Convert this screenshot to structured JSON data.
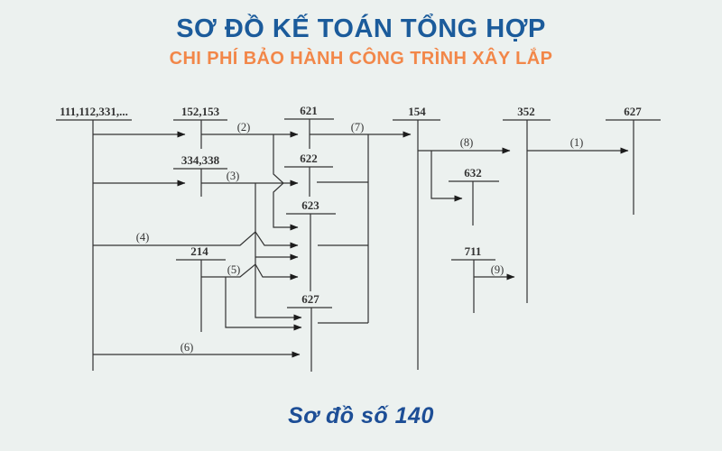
{
  "header": {
    "title": "SƠ ĐỒ KẾ TOÁN TỔNG HỢP",
    "subtitle": "CHI PHÍ BẢO HÀNH CÔNG TRÌNH XÂY LẮP"
  },
  "footer": {
    "caption": "Sơ đồ số 140"
  },
  "colors": {
    "background": "#ecf1ef",
    "title": "#1b5b9b",
    "subtitle": "#f28749",
    "caption": "#1d4e96",
    "ink": "#333333"
  },
  "accounts": [
    {
      "id": "111-112-331",
      "label": "111,112,331,..."
    },
    {
      "id": "152-153",
      "label": "152,153"
    },
    {
      "id": "334-338",
      "label": "334,338"
    },
    {
      "id": "214",
      "label": "214"
    },
    {
      "id": "621",
      "label": "621"
    },
    {
      "id": "622",
      "label": "622"
    },
    {
      "id": "623",
      "label": "623"
    },
    {
      "id": "627-middle",
      "label": "627"
    },
    {
      "id": "154",
      "label": "154"
    },
    {
      "id": "632",
      "label": "632"
    },
    {
      "id": "711",
      "label": "711"
    },
    {
      "id": "352",
      "label": "352"
    },
    {
      "id": "627-right",
      "label": "627"
    }
  ],
  "flow_labels": [
    {
      "id": "1",
      "label": "(1)"
    },
    {
      "id": "2",
      "label": "(2)"
    },
    {
      "id": "3",
      "label": "(3)"
    },
    {
      "id": "4",
      "label": "(4)"
    },
    {
      "id": "5",
      "label": "(5)"
    },
    {
      "id": "6",
      "label": "(6)"
    },
    {
      "id": "7",
      "label": "(7)"
    },
    {
      "id": "8",
      "label": "(8)"
    },
    {
      "id": "9",
      "label": "(9)"
    }
  ]
}
